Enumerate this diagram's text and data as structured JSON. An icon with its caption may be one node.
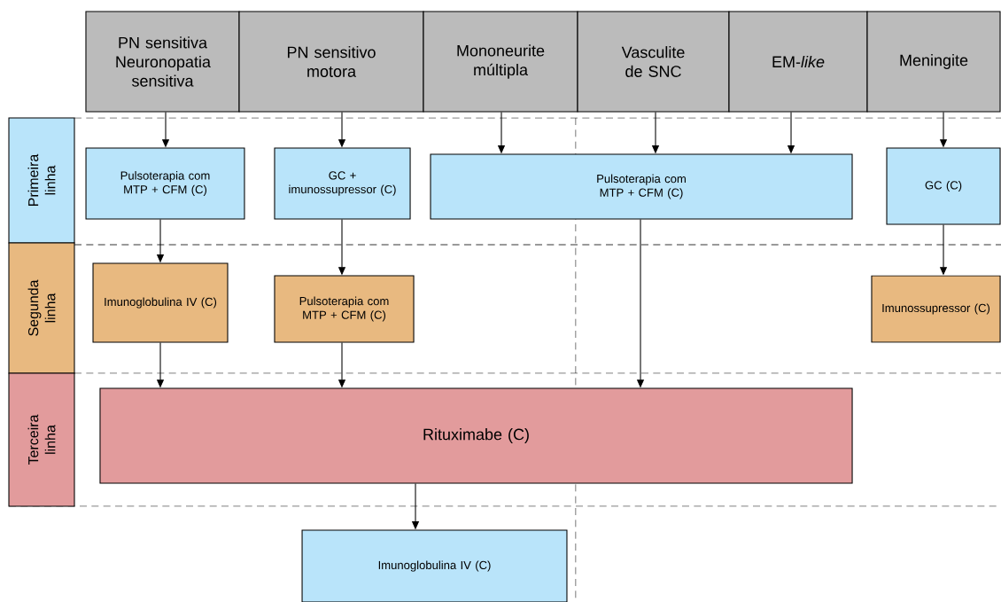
{
  "diagram": {
    "nodes": [
      {
        "text": [
          "PN sensitiva Neuronopatia sensitiva"
        ]
      },
      {
        "text": [
          "PN sensitivo motora"
        ]
      },
      {
        "text": [
          "Mononeurite múltipla"
        ]
      },
      {
        "text": [
          "Vasculite de SNC"
        ]
      },
      {
        "text": [
          "EM-*like*"
        ]
      },
      {
        "text": [
          "Meningite"
        ]
      },
      {
        "text": [
          "Primeira linha"
        ]
      },
      {
        "text": [
          "Segunda linha"
        ]
      },
      {
        "text": [
          "Terceira linha"
        ]
      },
      {
        "text": [
          "Pulsoterapia com MTP + CFM (C)"
        ]
      },
      {
        "text": [
          "GC + imunossupressor (C)"
        ]
      },
      {
        "text": [
          "Pulsoterapia com MTP + CFM (C)"
        ]
      },
      {
        "text": [
          "GC (C)"
        ]
      },
      {
        "text": [
          "Imunoglobulina IV (C)"
        ]
      },
      {
        "text": [
          "Pulsoterapia com MTP + CFM (C)"
        ]
      },
      {
        "text": [
          "Imunossupressor (C)"
        ]
      },
      {
        "text": [
          "Rituximabe (C)"
        ]
      },
      {
        "text": [
          "Imunoglobulina IV (C)"
        ]
      }
    ],
    "edges": [
      {
        "from": 0,
        "to": 9,
        "arrow": "to"
      },
      {
        "from": 1,
        "to": 10,
        "arrow": "to"
      },
      {
        "from": 2,
        "to": 11,
        "arrow": "to"
      },
      {
        "from": 3,
        "to": 11,
        "arrow": "to"
      },
      {
        "from": 4,
        "to": 11,
        "arrow": "to"
      },
      {
        "from": 5,
        "to": 12,
        "arrow": "to"
      },
      {
        "from": 9,
        "to": 13,
        "arrow": "to"
      },
      {
        "from": 10,
        "to": 14,
        "arrow": "to"
      },
      {
        "from": 12,
        "to": 15,
        "arrow": "to"
      },
      {
        "from": 13,
        "to": 16,
        "arrow": "to"
      },
      {
        "from": 14,
        "to": 16,
        "arrow": "to"
      },
      {
        "from": 11,
        "to": 16,
        "arrow": "to"
      },
      {
        "from": 16,
        "to": 17,
        "arrow": "to"
      }
    ]
  }
}
